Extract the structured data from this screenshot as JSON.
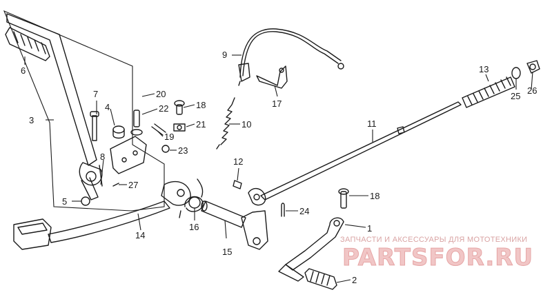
{
  "parts": [
    {
      "id": "1",
      "label": "1"
    },
    {
      "id": "2",
      "label": "2"
    },
    {
      "id": "3",
      "label": "3"
    },
    {
      "id": "4",
      "label": "4"
    },
    {
      "id": "5",
      "label": "5"
    },
    {
      "id": "6",
      "label": "6"
    },
    {
      "id": "7",
      "label": "7"
    },
    {
      "id": "8",
      "label": "8"
    },
    {
      "id": "9",
      "label": "9"
    },
    {
      "id": "10",
      "label": "10"
    },
    {
      "id": "11",
      "label": "11"
    },
    {
      "id": "12",
      "label": "12"
    },
    {
      "id": "13",
      "label": "13"
    },
    {
      "id": "14",
      "label": "14"
    },
    {
      "id": "15",
      "label": "15"
    },
    {
      "id": "16",
      "label": "16"
    },
    {
      "id": "17",
      "label": "17"
    },
    {
      "id": "18a",
      "label": "18"
    },
    {
      "id": "18b",
      "label": "18"
    },
    {
      "id": "19",
      "label": "19"
    },
    {
      "id": "20",
      "label": "20"
    },
    {
      "id": "21",
      "label": "21"
    },
    {
      "id": "22",
      "label": "22"
    },
    {
      "id": "23",
      "label": "23"
    },
    {
      "id": "24",
      "label": "24"
    },
    {
      "id": "25",
      "label": "25"
    },
    {
      "id": "26",
      "label": "26"
    },
    {
      "id": "27",
      "label": "27"
    }
  ],
  "watermark": {
    "tagline": "ЗАПЧАСТИ И АКСЕССУАРЫ ДЛЯ МОТОТЕХНИКИ",
    "logo": "PARTSFOR.RU"
  },
  "colors": {
    "line": "#1a1a1a",
    "watermark": "#e6a5a5"
  }
}
